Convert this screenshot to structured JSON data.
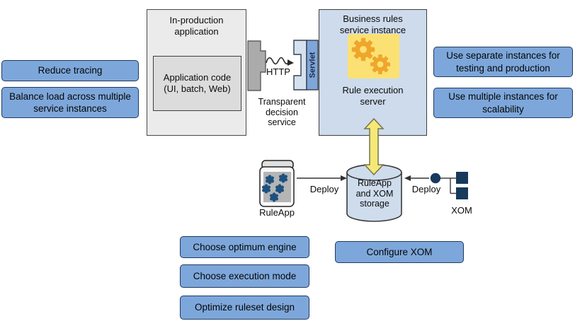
{
  "colors": {
    "callout_fill": "#7DA7DB",
    "callout_border": "#1F3A5F",
    "service_panel_blue": "#CDDBEC",
    "app_panel_gray": "#EBEBEB",
    "app_code_gray": "#DCDCDC",
    "servlet_strip_blue": "#7FA6D8",
    "socket_light_blue": "#D6E1F0",
    "plug_gray": "#ABABAB",
    "gear_gold": "#EFA62B",
    "gear_panel_yellow": "#FBE173",
    "deploy_arrow_yellow": "#F5E876",
    "navy": "#16395C"
  },
  "icons": {
    "gears": "⚙",
    "ruleapp_rule": "✱"
  },
  "callouts": {
    "reduce_tracing": "Reduce tracing",
    "balance_load": "Balance load across multiple\nservice instances",
    "separate_instances": "Use separate instances for\ntesting and production",
    "multiple_instances": "Use multiple instances for\nscalability",
    "choose_engine": "Choose optimum engine",
    "choose_mode": "Choose execution mode",
    "optimize_design": "Optimize ruleset design",
    "configure_xom": "Configure XOM"
  },
  "nodes": {
    "in_production_title": "In-production\napplication",
    "application_code": "Application code\n(UI, batch, Web)",
    "business_rules_title": "Business rules\nservice instance",
    "rule_execution_server": "Rule execution\nserver",
    "servlet": "Servlet",
    "http": "HTTP",
    "transparent_decision_service": "Transparent\ndecision\nservice",
    "storage": "RuleApp\nand XOM\nstorage",
    "ruleapp": "RuleApp",
    "xom": "XOM"
  },
  "edges": {
    "deploy_left": "Deploy",
    "deploy_right": "Deploy"
  }
}
